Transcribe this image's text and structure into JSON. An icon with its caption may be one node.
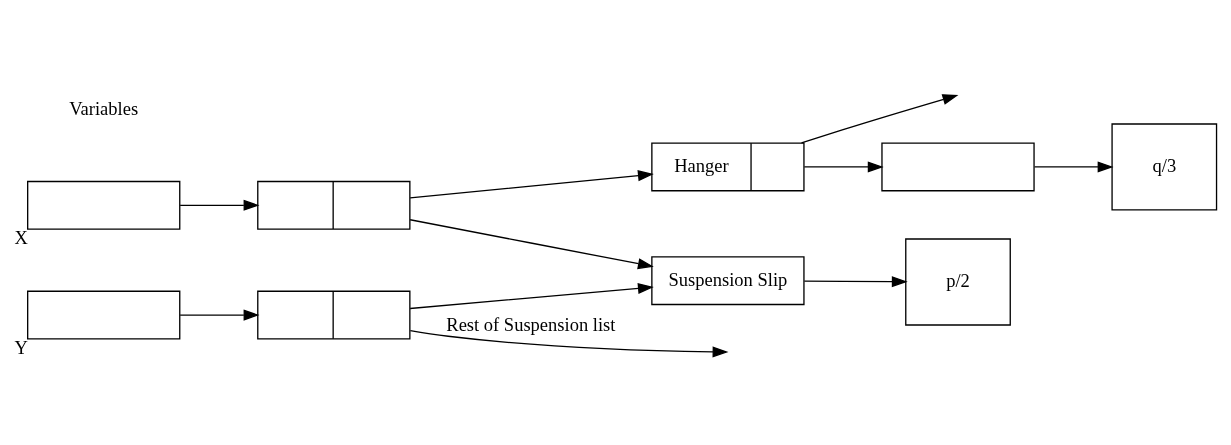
{
  "diagram": {
    "nodes": [
      {
        "text": [
          "Suspension Slip"
        ]
      },
      {
        "text": [
          "p/2"
        ]
      },
      {
        "text": [],
        "shape": "box"
      },
      {
        "text": [
          "q/3"
        ]
      },
      {
        "text": [],
        "shape": "box",
        "beside": [
          "X"
        ]
      },
      {
        "text": [],
        "shape": "box"
      },
      {
        "text": [
          "Hanger"
        ]
      },
      {
        "text": [],
        "shape": "box",
        "beside": [
          "Y"
        ]
      },
      {
        "text": [],
        "shape": "box"
      }
    ],
    "edges": [
      {
        "from": 0,
        "to": 1,
        "arrow": "to"
      },
      {
        "from": 2,
        "to": 3,
        "arrow": "to"
      },
      {
        "from": 4,
        "to": 5,
        "arrow": "to"
      },
      {
        "from": 5,
        "to": 0,
        "arrow": "to"
      },
      {
        "from": 5,
        "to": 6,
        "arrow": "to"
      },
      {
        "from": 6,
        "to": 2,
        "arrow": "to"
      },
      {
        "from": 6,
        "to": null,
        "arrow": "to"
      },
      {
        "from": 7,
        "to": 8,
        "arrow": "to"
      },
      {
        "from": 8,
        "to": 0,
        "arrow": "to"
      },
      {
        "from": 8,
        "to": null,
        "arrow": "to",
        "label": "Rest of Suspension list"
      }
    ],
    "labels": [
      "Variables"
    ]
  }
}
